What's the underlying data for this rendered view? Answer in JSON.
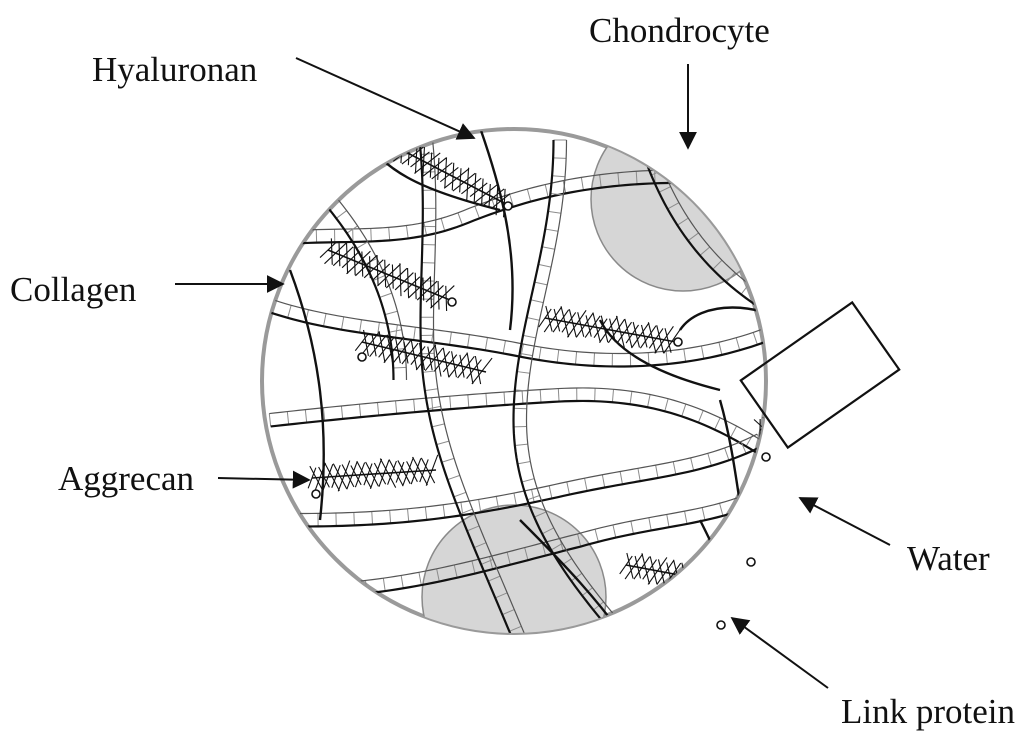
{
  "labels": {
    "chondrocyte": "Chondrocyte",
    "hyaluronan": "Hyaluronan",
    "collagen": "Collagen",
    "aggrecan": "Aggrecan",
    "water": "Water",
    "link_protein": "Link protein"
  },
  "colors": {
    "circle_outline": "#9a9a9a",
    "cell_fill": "#d6d6d6",
    "ink": "#111111",
    "rung": "#8c8c8c"
  },
  "components": [
    "collagen-fibril",
    "hyaluronan-strand",
    "aggrecan-brush",
    "chondrocyte-cell",
    "link-protein-node"
  ]
}
